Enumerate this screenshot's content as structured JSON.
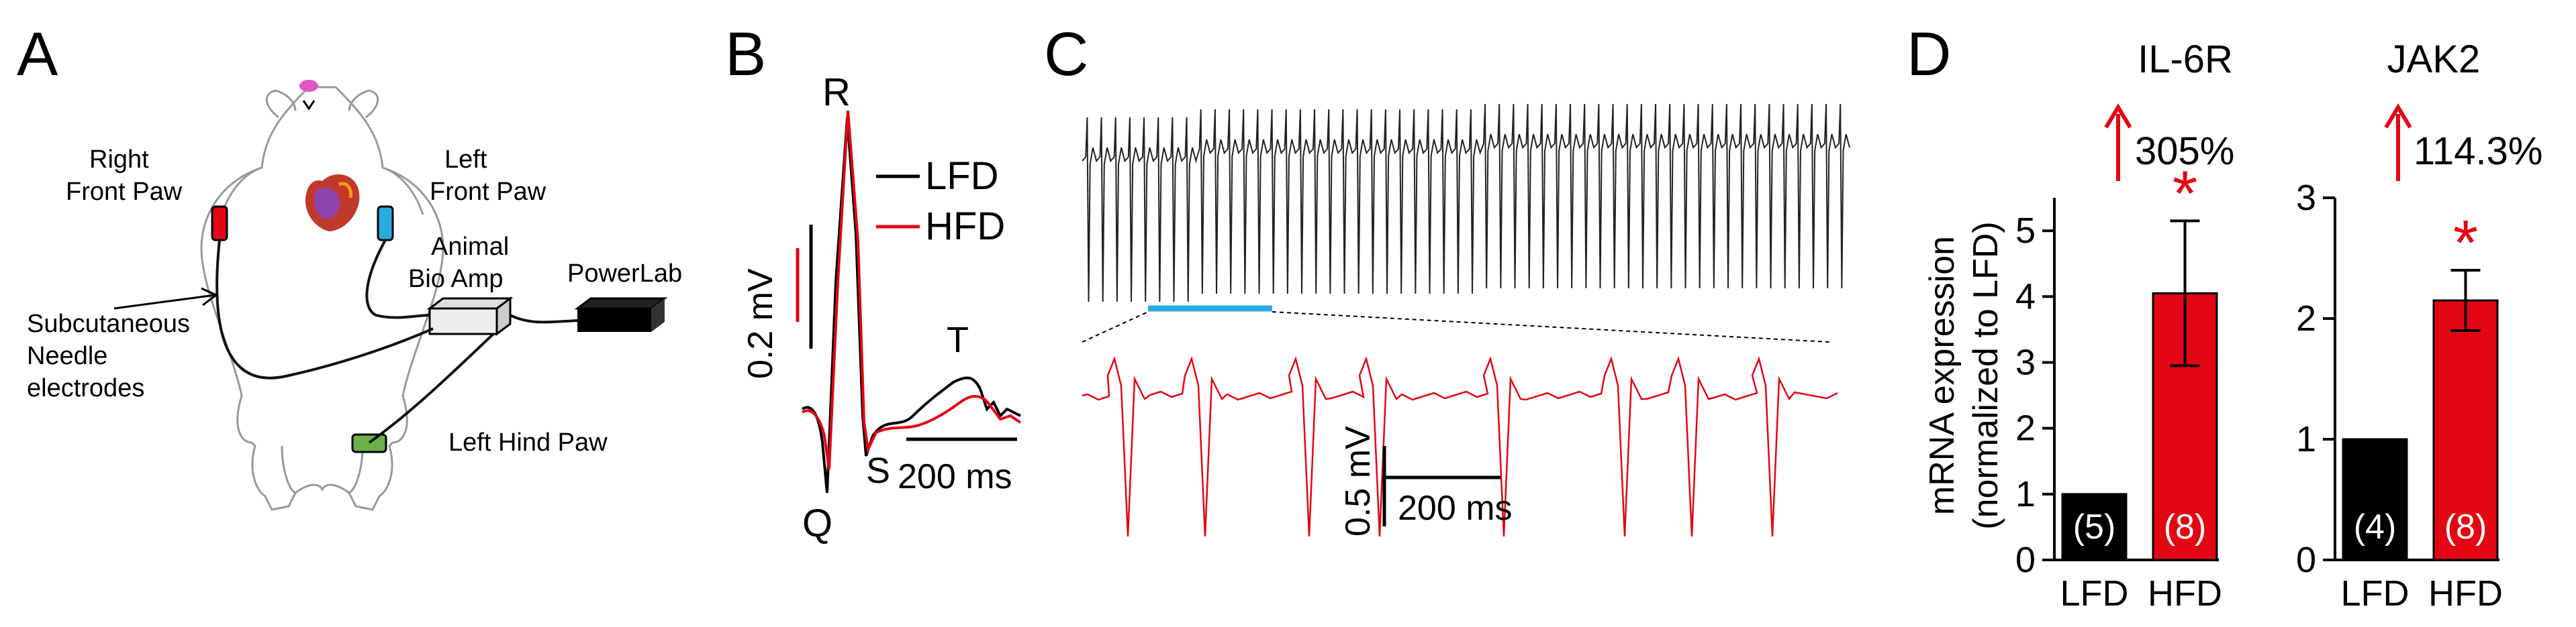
{
  "panels": {
    "a": {
      "letter": "A",
      "right_front_paw": "Right\nFront Paw",
      "left_front_paw": "Left\nFront Paw",
      "animal_bio_amp": "Animal\nBio Amp",
      "powerlab": "PowerLab",
      "needle": "Subcutaneous\nNeedle\nelectrodes",
      "left_hind_paw": "Left Hind Paw",
      "colors": {
        "right_electrode": "#e30613",
        "left_electrode": "#29abe2",
        "hind_electrode": "#6ab04c",
        "heart": "#c0392b"
      }
    },
    "b": {
      "letter": "B",
      "wave_labels": {
        "r": "R",
        "q": "Q",
        "s": "S",
        "t": "T"
      },
      "legend": [
        {
          "label": "LFD",
          "color": "#000000"
        },
        {
          "label": "HFD",
          "color": "#e30613"
        }
      ],
      "scale_voltage": "0.2 mV",
      "scale_time": "200 ms"
    },
    "c": {
      "letter": "C",
      "scale_voltage": "0.5 mV",
      "scale_time": "200 ms",
      "highlight_color": "#29abe2"
    },
    "d": {
      "letter": "D",
      "y_label_line1": "mRNA expression",
      "y_label_line2": "(normalized to LFD)"
    }
  },
  "chart_data": [
    {
      "type": "bar",
      "title": "IL-6R",
      "categories": [
        "LFD",
        "HFD"
      ],
      "values": [
        1.0,
        4.05
      ],
      "errors": [
        0,
        1.1
      ],
      "n_labels": [
        "(5)",
        "(8)"
      ],
      "colors": [
        "#000000",
        "#e30613"
      ],
      "ylim": [
        0,
        5.5
      ],
      "yticks": [
        "0",
        "1",
        "2",
        "3",
        "4",
        "5"
      ],
      "significance": "*",
      "change_label": "305%",
      "ylabel": "mRNA expression (normalized to LFD)"
    },
    {
      "type": "bar",
      "title": "JAK2",
      "categories": [
        "LFD",
        "HFD"
      ],
      "values": [
        1.0,
        2.15
      ],
      "errors": [
        0,
        0.25
      ],
      "n_labels": [
        "(4)",
        "(8)"
      ],
      "colors": [
        "#000000",
        "#e30613"
      ],
      "ylim": [
        0,
        3
      ],
      "yticks": [
        "0",
        "1",
        "2",
        "3"
      ],
      "significance": "*",
      "change_label": "114.3%"
    }
  ]
}
